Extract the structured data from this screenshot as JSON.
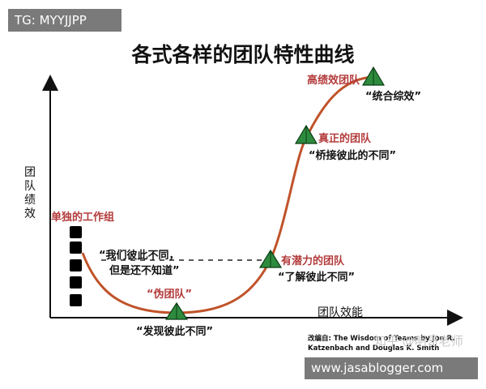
{
  "watermark_top": "TG: MYYJJPP",
  "title": "各式各样的团队特性曲线",
  "axes": {
    "y_label": "团队绩效",
    "x_label": "团队效能"
  },
  "stages": {
    "working_group": "单独的工作组",
    "working_group_quote_1": "“我们彼此不同，",
    "working_group_quote_2": "但是还不知道”",
    "pseudo_team": "“伪团队”",
    "pseudo_team_quote": "“发现彼此不同”",
    "potential_team": "有潜力的团队",
    "potential_team_quote": "“了解彼此不同”",
    "real_team": "真正的团队",
    "real_team_quote": "“桥接彼此的不同”",
    "high_performance_team": "高绩效团队",
    "high_performance_team_quote": "“统合综效”"
  },
  "source": {
    "line1": "改编自: The Wisdom of Teams by Jon R.",
    "line2": "Katzenbach and Douglas K. Smith"
  },
  "zhihu_watermark": "知乎 @明哥老师",
  "footer_watermark": "www.jasablogger.com",
  "colors": {
    "curve": "#c0532a",
    "marker": "#2e8b3e",
    "stage_label": "#b33a3a"
  }
}
